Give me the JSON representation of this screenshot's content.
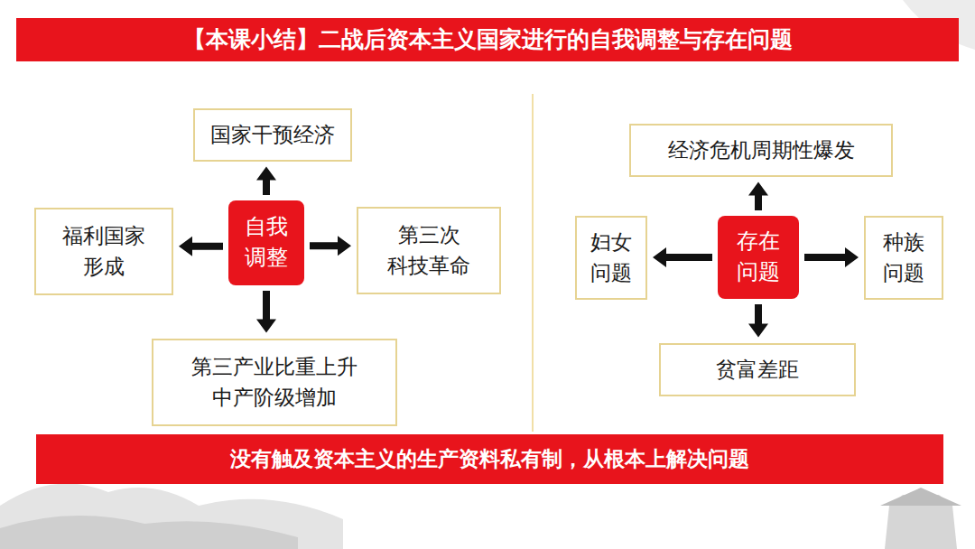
{
  "diagram": {
    "title": "【本课小结】二战后资本主义国家进行的自我调整与存在问题",
    "nodes": [
      {
        "text": [
          "国家干预经济"
        ]
      },
      {
        "text": [
          "福利国家 形成"
        ]
      },
      {
        "text": [
          "自我 调整"
        ]
      },
      {
        "text": [
          "第三次 科技革命"
        ]
      },
      {
        "text": [
          "第三产业比重上升 中产阶级增加"
        ]
      },
      {
        "text": [
          "经济危机周期性爆发"
        ]
      },
      {
        "text": [
          "妇女 问题"
        ]
      },
      {
        "text": [
          "存在 问题"
        ]
      },
      {
        "text": [
          "种族 问题"
        ]
      },
      {
        "text": [
          "贫富差距"
        ]
      },
      {
        "text": [
          "没有触及资本主义的生产资料私有制，从根本上解决问题"
        ]
      }
    ],
    "edges": [
      {
        "from": 2,
        "to": 0,
        "arrow": "to"
      },
      {
        "from": 2,
        "to": 1,
        "arrow": "to"
      },
      {
        "from": 2,
        "to": 3,
        "arrow": "to"
      },
      {
        "from": 2,
        "to": 4,
        "arrow": "to"
      },
      {
        "from": 7,
        "to": 5,
        "arrow": "to"
      },
      {
        "from": 7,
        "to": 6,
        "arrow": "to"
      },
      {
        "from": 7,
        "to": 8,
        "arrow": "to"
      },
      {
        "from": 7,
        "to": 9,
        "arrow": "to"
      }
    ]
  }
}
